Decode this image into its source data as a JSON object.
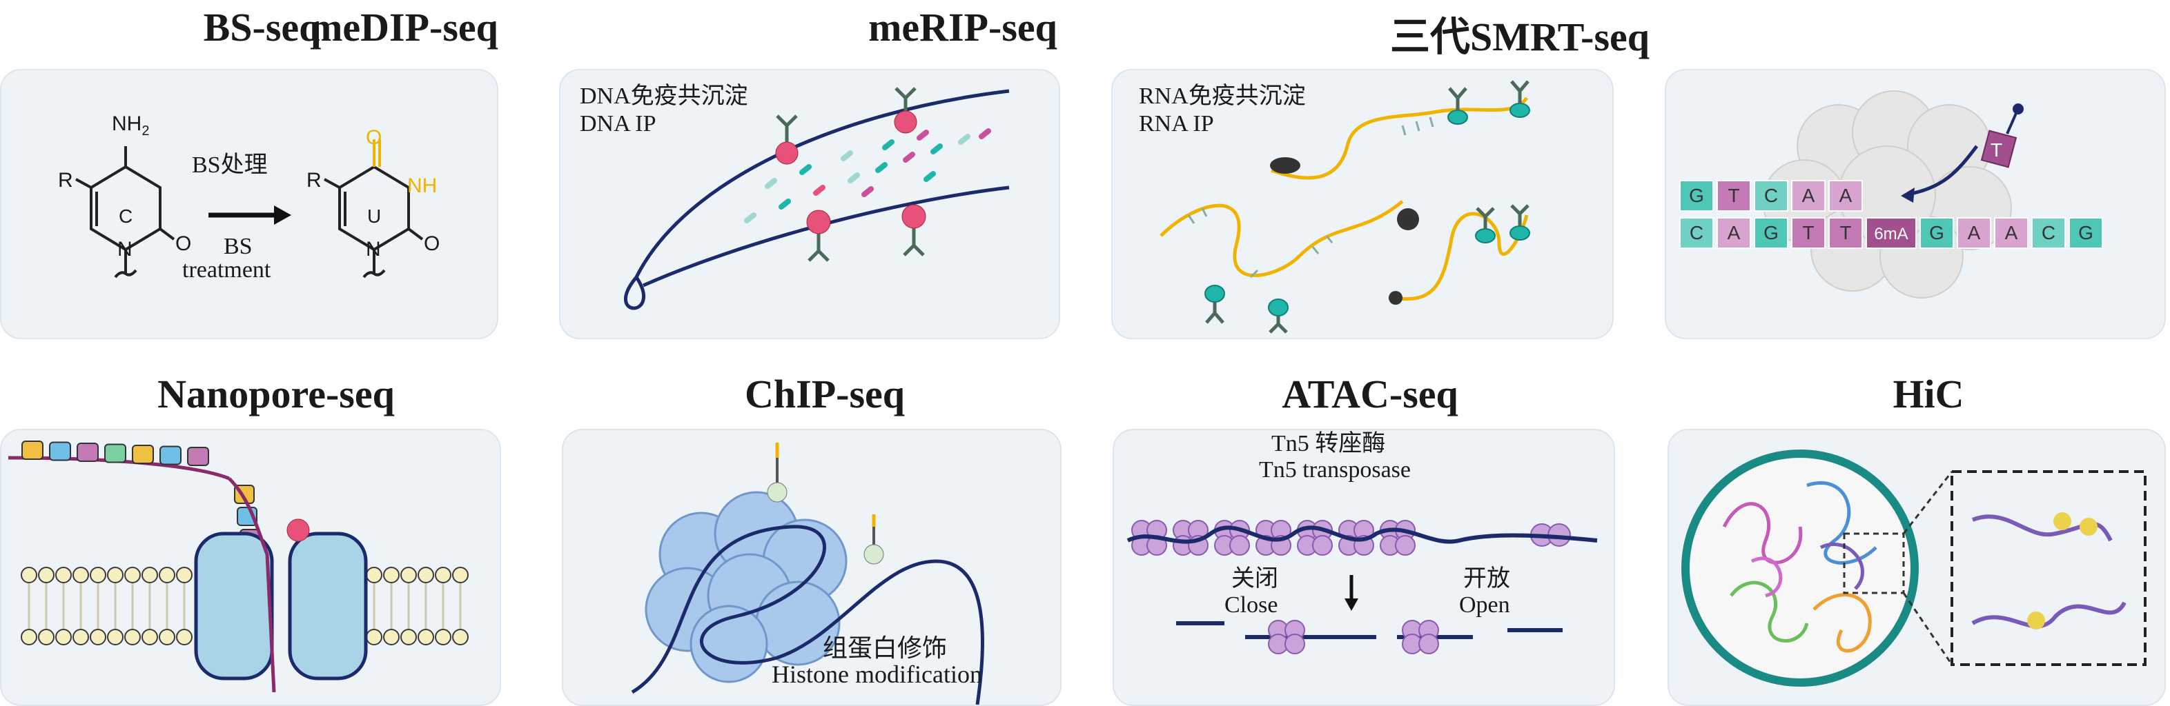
{
  "panels": {
    "bs": {
      "title": "BS-seq",
      "arrow_top": "BS处理",
      "arrow_bottom_1": "BS",
      "arrow_bottom_2": "treatment",
      "nh2": "NH",
      "nh2_sub": "2",
      "r": "R",
      "c": "C",
      "u": "U",
      "o": "O",
      "n": "N",
      "nh": "NH"
    },
    "medip": {
      "title": "meDIP-seq",
      "label_cn": "DNA免疫共沉淀",
      "label_en": "DNA IP"
    },
    "merip": {
      "title": "meRIP-seq",
      "label_cn": "RNA免疫共沉淀",
      "label_en": "RNA IP"
    },
    "smrt": {
      "title": "三代SMRT-seq",
      "top_bases": [
        "G",
        "T",
        "C",
        "A",
        "A"
      ],
      "bottom_bases": [
        "C",
        "A",
        "G",
        "T",
        "T",
        "6mA",
        "G",
        "A",
        "A",
        "C",
        "G"
      ],
      "tag": "T"
    },
    "nanopore": {
      "title": "Nanopore-seq"
    },
    "chip": {
      "title": "ChIP-seq",
      "label_cn": "组蛋白修饰",
      "label_en": "Histone modification"
    },
    "atac": {
      "title": "ATAC-seq",
      "tn5_cn": "Tn5 转座酶",
      "tn5_en": "Tn5 transposase",
      "close_cn": "关闭",
      "close_en": "Close",
      "open_cn": "开放",
      "open_en": "Open"
    },
    "hic": {
      "title": "HiC"
    }
  },
  "colors": {
    "panel_bg": "#eef3f8",
    "navy": "#1b2a6b",
    "yellow": "#f0b400",
    "teal": "#1fb5a8",
    "pink": "#e8527a",
    "purple": "#8a4fb0",
    "green": "#3a9a5b"
  }
}
